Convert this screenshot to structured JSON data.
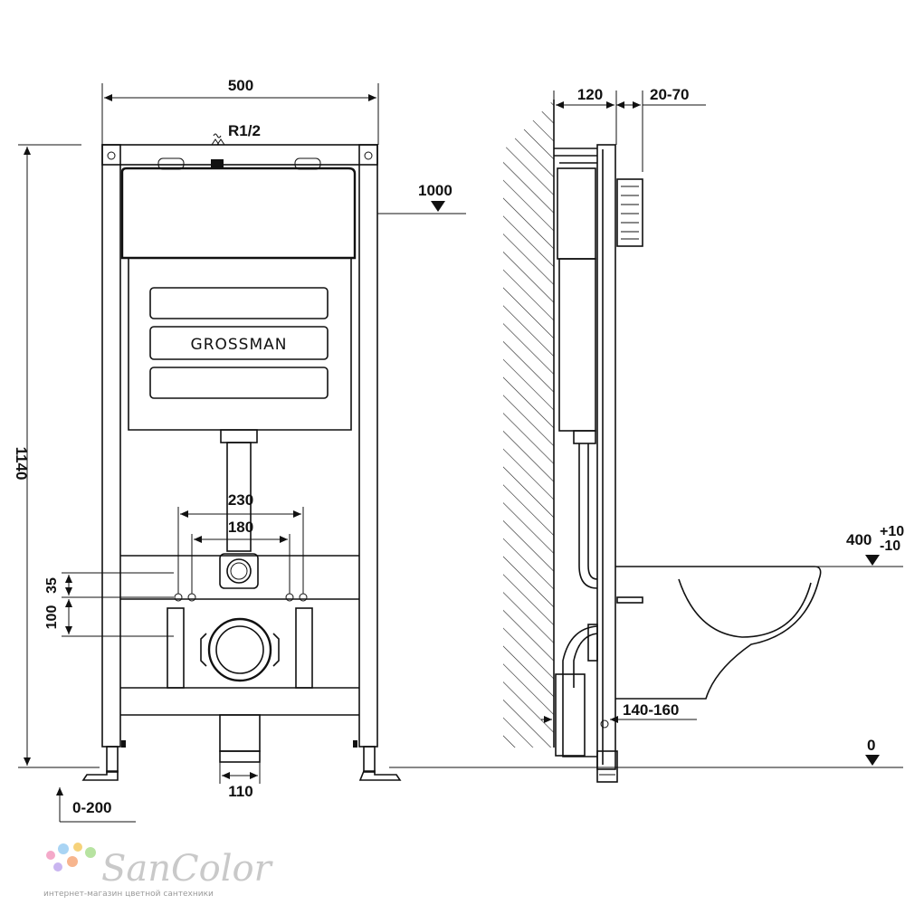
{
  "front_view": {
    "width_label": "500",
    "height_label": "1140",
    "inlet_label": "R1/2",
    "inlet_height_label": "1000",
    "brand": "GROSSMAN",
    "bolt_outer_label": "230",
    "bolt_inner_label": "180",
    "offset_upper_label": "35",
    "offset_lower_label": "100",
    "drain_width_label": "110",
    "foot_adjust_label": "0-200"
  },
  "side_view": {
    "depth_label": "120",
    "button_depth_label": "20-70",
    "bowl_height_label": "400",
    "bowl_tol_plus": "+10",
    "bowl_tol_minus": "-10",
    "drain_distance_label": "140-160",
    "floor_label": "0"
  },
  "watermark": {
    "name": "SanColor",
    "subtitle": "интернет-магазин цветной сантехники",
    "dot_colors": [
      "#f4a9c9",
      "#a9d4f4",
      "#f6d27a",
      "#b7e3a1",
      "#c9b5f0",
      "#f7b58e"
    ]
  }
}
